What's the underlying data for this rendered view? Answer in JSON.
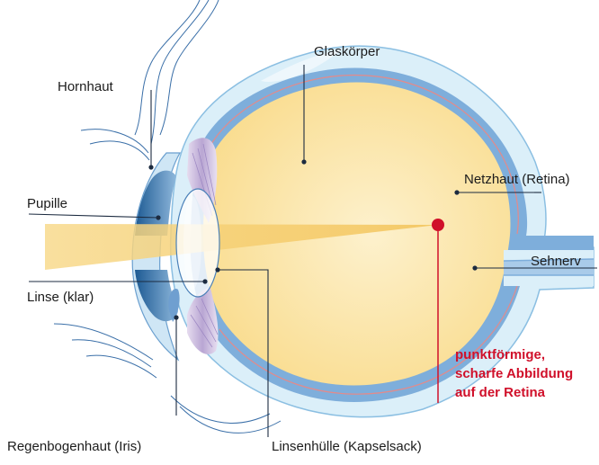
{
  "labels": {
    "hornhaut": "Hornhaut",
    "glaskoerper": "Glaskörper",
    "pupille": "Pupille",
    "netzhaut": "Netzhaut (Retina)",
    "sehnerv": "Sehnerv",
    "linse": "Linse (klar)",
    "iris": "Regenbogenhaut (Iris)",
    "kapselsack": "Linsenhülle (Kapselsack)"
  },
  "focus_note": {
    "line1": "punktförmige,",
    "line2": "scharfe Abbildung",
    "line3": "auf der Retina"
  },
  "colors": {
    "label_text": "#1c1c1c",
    "accent_red": "#d0102a",
    "sclera": "#dbeff9",
    "retina_band": "#7eaedb",
    "vitreous": "#fbe5a8",
    "light_beam": "#f7cf72",
    "iris_blue": "#2e6ea8",
    "ciliary": "#c8b9dc"
  }
}
